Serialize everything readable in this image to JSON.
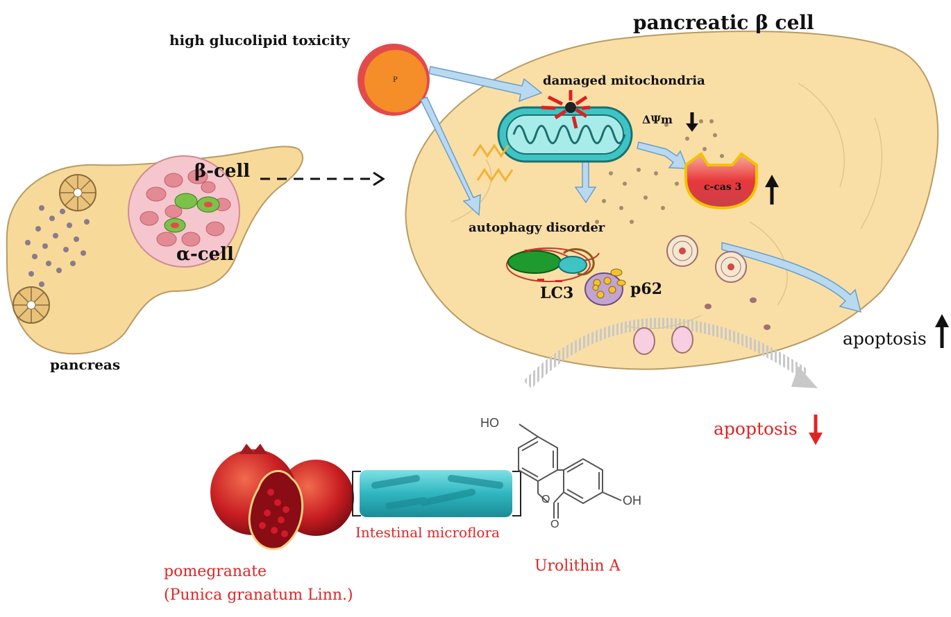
{
  "labels": {
    "title_cell": "pancreatic β cell",
    "toxicity": "high glucolipid toxicity",
    "p_label": "P",
    "damaged_mito": "damaged mitochondria",
    "delta_psi": "ΔΨm",
    "ccas3": "c-cas 3",
    "autophagy": "autophagy disorder",
    "lc3": "LC3",
    "p62": "p62",
    "beta_cell": "β-cell",
    "alpha_cell": "α-cell",
    "pancreas": "pancreas",
    "apoptosis_up": "apoptosis",
    "apoptosis_down": "apoptosis",
    "microflora": "Intestinal microflora",
    "urolithin": "Urolithin A",
    "pomegranate": "pomegranate",
    "pomegranate_latin": "(Punica granatum Linn.)",
    "ho": "HO",
    "oh": "OH",
    "o_ring": "O",
    "o_carbonyl": "O"
  },
  "colors": {
    "cell_fill": "#f9dfa6",
    "cell_stroke": "#b99a63",
    "mito_fill": "#3ec4c4",
    "arrow_fill": "#b9d9f0",
    "red_text": "#e02424",
    "caspase_fill": "#e8383a"
  }
}
